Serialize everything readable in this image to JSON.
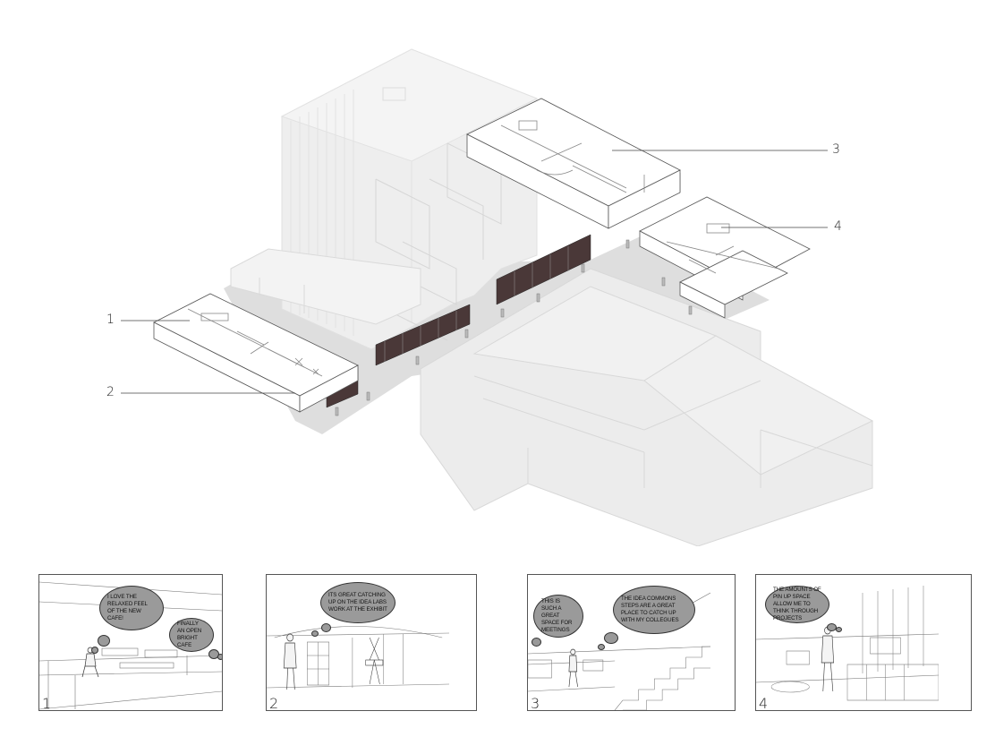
{
  "callouts": [
    {
      "label": "1"
    },
    {
      "label": "2"
    },
    {
      "label": "3"
    },
    {
      "label": "4"
    }
  ],
  "panels": [
    {
      "number": "1",
      "bubbles": [
        {
          "text": "I LOVE THE RELAXED FEEL OF THE NEW CAFE!"
        },
        {
          "text": "FINALLY AN OPEN BRIGHT CAFE"
        }
      ]
    },
    {
      "number": "2",
      "bubbles": [
        {
          "text": "ITS GREAT CATCHING UP ON THE IDEA LABS WORK AT THE EXHIBIT"
        }
      ]
    },
    {
      "number": "3",
      "bubbles": [
        {
          "text": "THIS IS SUCH A GREAT SPACE FOR MEETINGS"
        },
        {
          "text": "THE IDEA COMMONS STEPS ARE A GREAT PLACE TO CATCH UP WITH MY COLLEGUES"
        }
      ]
    },
    {
      "number": "4",
      "bubbles": [
        {
          "text": "THE AMOUNTS OF PIN UP SPACE ALLOW ME TO THINK THROUGH PROJECTS"
        }
      ]
    }
  ]
}
